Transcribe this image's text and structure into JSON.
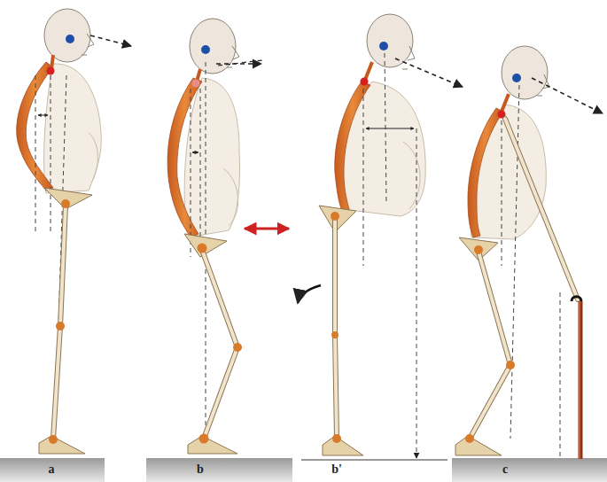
{
  "diagram": {
    "labels": [
      "a",
      "b",
      "b'",
      "c"
    ]
  }
}
